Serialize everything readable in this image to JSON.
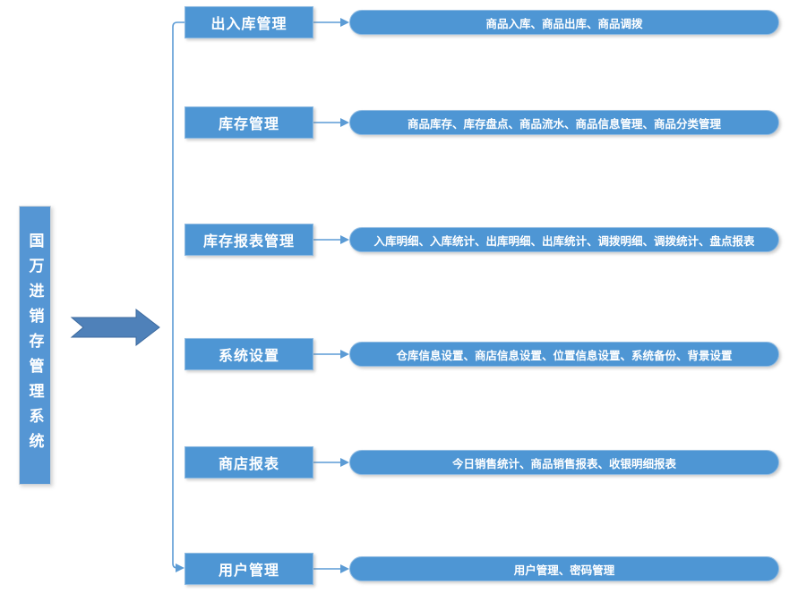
{
  "diagram": {
    "root": {
      "title": "国万进销存管理系统"
    },
    "rows": [
      {
        "label": "出入库管理",
        "detail": "商品入库、商品出库、商品调拨"
      },
      {
        "label": "库存管理",
        "detail": "商品库存、库存盘点、商品流水、商品信息管理、商品分类管理"
      },
      {
        "label": "库存报表管理",
        "detail": "入库明细、入库统计、出库明细、出库统计、调拨明细、调拨统计、盘点报表"
      },
      {
        "label": "系统设置",
        "detail": "仓库信息设置、商店信息设置、位置信息设置、系统备份、背景设置"
      },
      {
        "label": "商店报表",
        "detail": "今日销售统计、商品销售报表、收银明细报表"
      },
      {
        "label": "用户管理",
        "detail": "用户管理、密码管理"
      }
    ],
    "colors": {
      "node_fill": "#4E96D4",
      "node_border": "#8FBBE2",
      "connector": "#5B9BD5",
      "big_arrow_fill": "#4F81B9",
      "big_arrow_stroke": "#3D6A9E",
      "text": "#FFFFFF"
    }
  }
}
